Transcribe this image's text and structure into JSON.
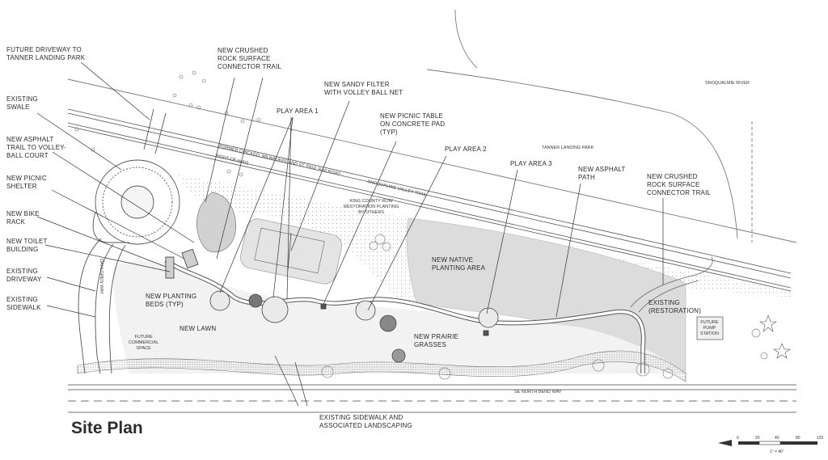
{
  "title": "Site Plan",
  "labels": {
    "future_driveway": "FUTURE DRIVEWAY TO\nTANNER LANDING PARK",
    "existing_swale": "EXISTING\nSWALE",
    "new_asphalt_trail": "NEW ASPHALT\nTRAIL TO VOLLEY-\nBALL COURT",
    "new_picnic_shelter": "NEW PICNIC\nSHELTER",
    "new_bike_rack": "NEW BIKE\nRACK",
    "new_toilet": "NEW TOILET\nBUILDING",
    "existing_driveway": "EXISTING\nDRIVEWAY",
    "existing_sidewalk": "EXISTING\nSIDEWALK",
    "crushed_rock_1": "NEW CRUSHED\nROCK SURFACE\nCONNECTOR TRAIL",
    "play_area_1": "PLAY AREA 1",
    "sandy_filter": "NEW SANDY FILTER\nWITH VOLLEY BALL NET",
    "picnic_table": "NEW PICNIC TABLE\nON CONCRETE PAD\n(TYP)",
    "play_area_2": "PLAY AREA 2",
    "play_area_3": "PLAY AREA 3",
    "new_asphalt_path": "NEW ASPHALT\nPATH",
    "crushed_rock_2": "NEW CRUSHED\nROCK SURFACE\nCONNECTOR TRAIL",
    "native_planting": "NEW NATIVE\nPLANTING AREA",
    "planting_beds": "NEW PLANTING\nBEDS (TYP)",
    "new_lawn": "NEW LAWN",
    "prairie_grasses": "NEW PRAIRIE\nGRASSES",
    "existing_restoration": "EXISTING\n(RESTORATION)",
    "existing_sidewalk_landscaping": "EXISTING SIDEWALK AND\nASSOCIATED LANDSCAPING"
  },
  "map_text": {
    "snoqualmie_river": "SNOQUALMIE RIVER",
    "tanner_landing_park": "TANNER LANDING PARK",
    "railroad": "(FORMER CHICAGO, MILWAUKEE AND ST. PAUL RAILROAD",
    "right_of_way": "RIGHT-OF-WAY)",
    "valley_trail": "SNOQUALMIE VALLEY TRAIL",
    "king_county": "KING COUNTY ROW\nRESTORATION PLANTING\nBY OTHERS",
    "future_commercial": "FUTURE\nCOMMERCIAL\nSPACE",
    "future_pump": "FUTURE\nPUMP\nSTATION",
    "street": "SE NORTH BEND WAY",
    "dahlgren": "DAHLGREN WAY"
  },
  "scale": {
    "ticks": [
      "0",
      "20",
      "40",
      "80",
      "120"
    ],
    "ratio": "1\" = 40'"
  },
  "colors": {
    "ink": "#2a2a2a",
    "native": "#d9d9d9",
    "lawn": "#ececec"
  }
}
